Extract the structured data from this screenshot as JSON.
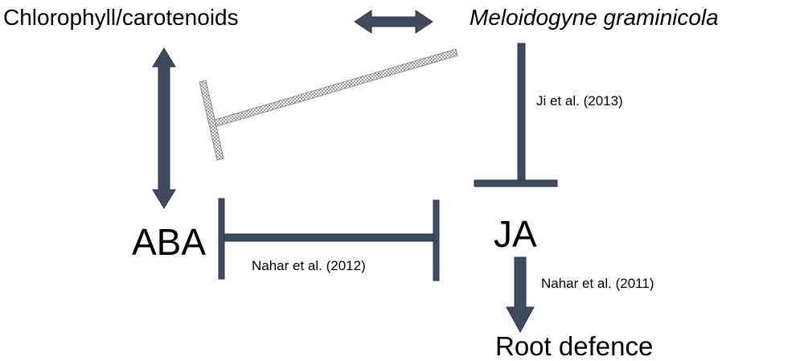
{
  "nodes": {
    "chlorophyll": "Chlorophyll/carotenoids",
    "meloidogyne": "Meloidogyne graminicola",
    "aba": "ABA",
    "ja": "JA",
    "root_defence": "Root defence"
  },
  "citations": {
    "ji_2013": "Ji et al. (2013)",
    "nahar_2012": "Nahar et al. (2012)",
    "nahar_2011": "Nahar et al. (2011)"
  },
  "colors": {
    "arrow": "#3f4b5e",
    "dotted_inhibition": "#b0b0b0"
  }
}
